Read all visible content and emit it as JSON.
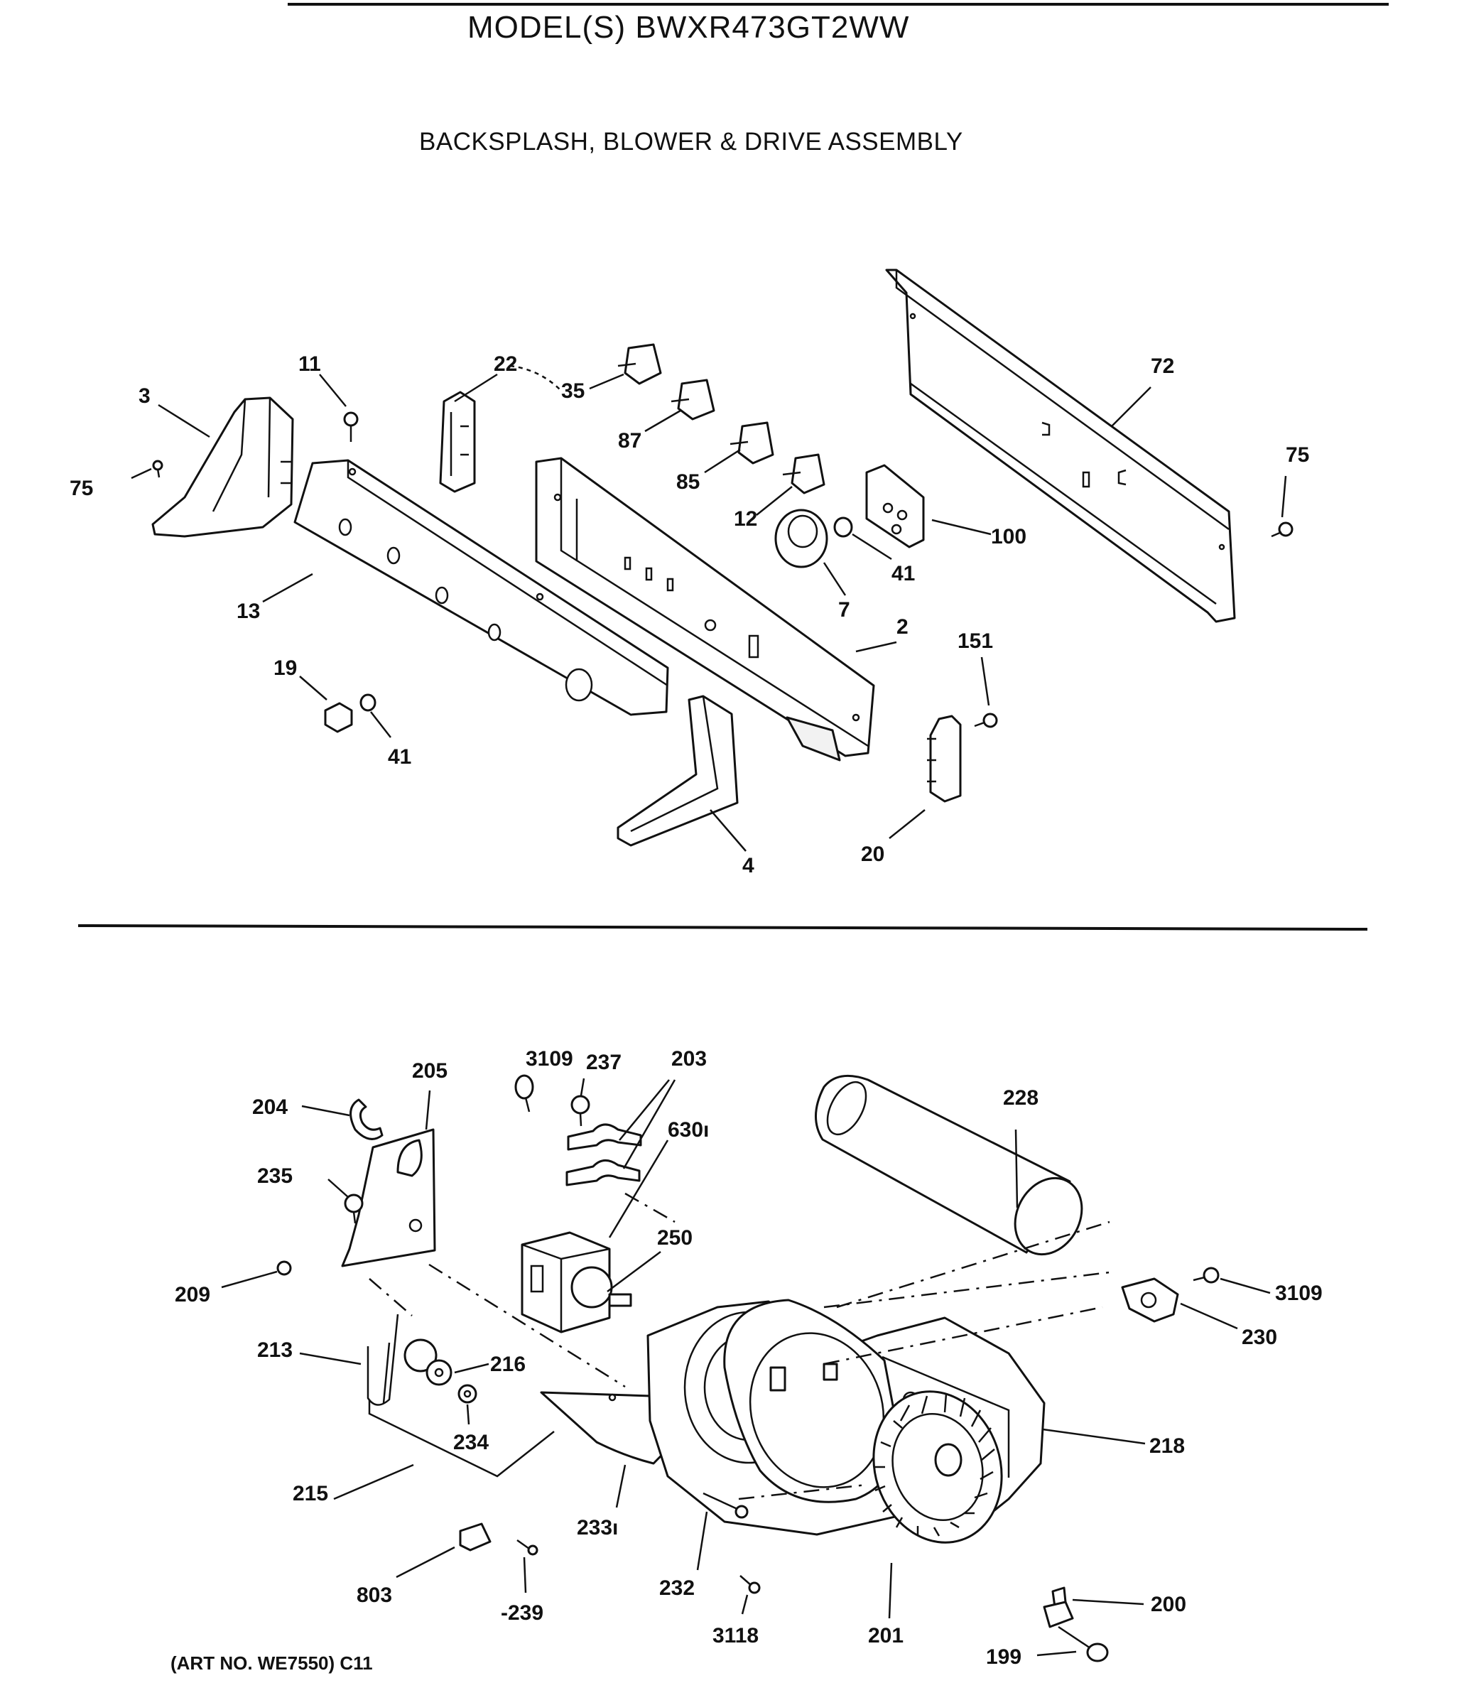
{
  "header": {
    "model_title": "MODEL(S) BWXR473GT2WW",
    "assembly_title": "BACKSPLASH, BLOWER & DRIVE ASSEMBLY"
  },
  "footer": {
    "art_number": "(ART NO. WE7550) C11"
  },
  "callouts_backsplash": {
    "c3": "3",
    "c11": "11",
    "c22": "22",
    "c35": "35",
    "c87": "87",
    "c85": "85",
    "c12": "12",
    "c72": "72",
    "c75a": "75",
    "c75b": "75",
    "c100": "100",
    "c41a": "41",
    "c7": "7",
    "c2": "2",
    "c13": "13",
    "c19": "19",
    "c41b": "41",
    "c151": "151",
    "c4": "4",
    "c20": "20"
  },
  "callouts_blower": {
    "c3109a": "3109",
    "c237": "237",
    "c203": "203",
    "c205": "205",
    "c204": "204",
    "c630": "630ı",
    "c228": "228",
    "c235": "235",
    "c250": "250",
    "c209": "209",
    "c3109b": "3109",
    "c230": "230",
    "c213": "213",
    "c216": "216",
    "c234": "234",
    "c218": "218",
    "c215": "215",
    "c233": "233ı",
    "c232": "232",
    "c803": "803",
    "c239": "-239",
    "c3118": "3118",
    "c201": "201",
    "c200": "200",
    "c199": "199"
  }
}
